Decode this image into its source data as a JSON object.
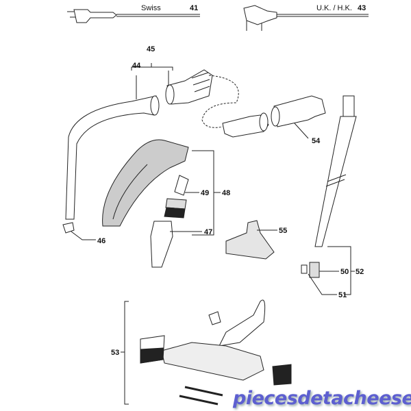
{
  "cords": [
    {
      "name": "Swiss",
      "number": "41"
    },
    {
      "name": "U.K. / H.K.",
      "number": "43"
    }
  ],
  "callouts": {
    "n44": "44",
    "n45": "45",
    "n46": "46",
    "n47": "47",
    "n48": "48",
    "n49": "49",
    "n50": "50",
    "n51": "51",
    "n52": "52",
    "n53": "53",
    "n54": "54",
    "n55": "55"
  },
  "watermark": "piecesdetacheeselec.com"
}
